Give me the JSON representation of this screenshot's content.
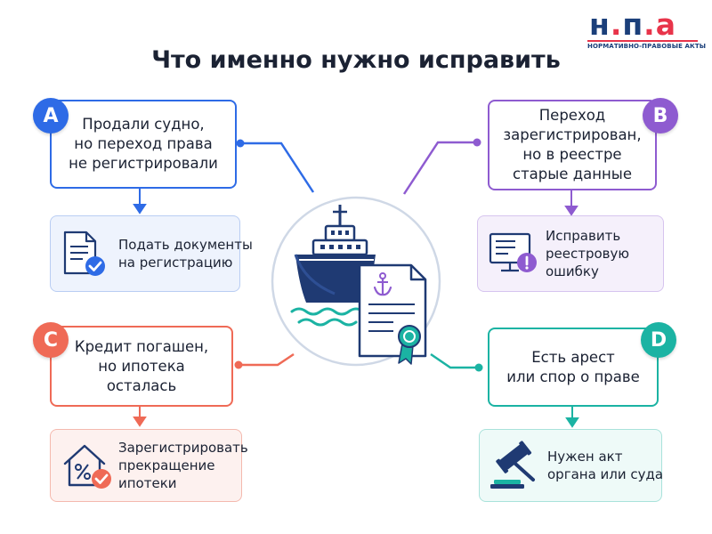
{
  "logo": {
    "letters": "н.п.а",
    "subtitle": "НОРМАТИВНО-ПРАВОВЫЕ АКТЫ"
  },
  "title": "Что именно нужно исправить",
  "colors": {
    "A": "#2e6be6",
    "B": "#8e5bd0",
    "C": "#ef6a56",
    "D": "#1bb3a3",
    "navy": "#1f3a73"
  },
  "cases": {
    "A": {
      "letter": "A",
      "problem_lines": [
        "Продали судно,",
        "но переход права",
        "не регистрировали"
      ],
      "action_lines": [
        "Подать документы",
        "на регистрацию"
      ],
      "icon": "document-check-icon"
    },
    "B": {
      "letter": "B",
      "problem_lines": [
        "Переход",
        "зарегистрирован,",
        "но в реестре",
        "старые данные"
      ],
      "action_lines": [
        "Исправить",
        "реестровую",
        "ошибку"
      ],
      "icon": "monitor-alert-icon"
    },
    "C": {
      "letter": "C",
      "problem_lines": [
        "Кредит погашен,",
        "но ипотека",
        "осталась"
      ],
      "action_lines": [
        "Зарегистрировать",
        "прекращение",
        "ипотеки"
      ],
      "icon": "house-percent-icon"
    },
    "D": {
      "letter": "D",
      "problem_lines": [
        "Есть арест",
        "или спор о праве"
      ],
      "action_lines": [
        "Нужен акт",
        "органа или суда"
      ],
      "icon": "gavel-icon"
    }
  },
  "center_icon": "ship-document-icon"
}
